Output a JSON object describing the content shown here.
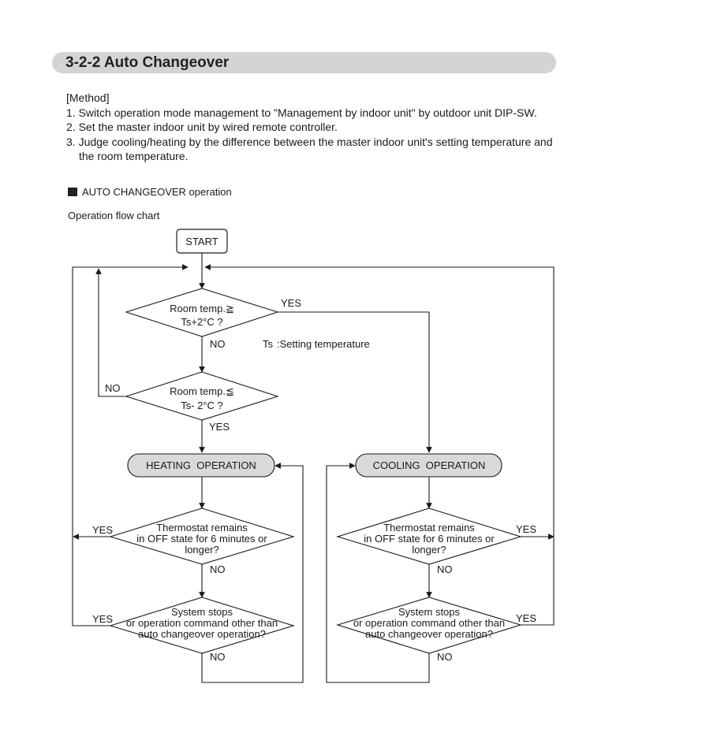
{
  "section_title": "3-2-2 Auto Changeover",
  "method": {
    "heading": "[Method]",
    "steps": [
      "1. Switch operation mode management to \"Management by indoor unit\" by outdoor unit DIP-SW.",
      "2. Set the master indoor unit by wired remote controller.",
      "3. Judge cooling/heating by the difference between the master indoor unit's setting temperature and",
      "the room temperature."
    ]
  },
  "subsection_title": "AUTO CHANGEOVER operation",
  "flowchart_title": "Operation flow chart",
  "flowchart": {
    "start": "START",
    "decision1": [
      "Room temp.≧",
      "Ts+2°C ?"
    ],
    "decision2": [
      "Room temp.≦",
      "Ts- 2°C ?"
    ],
    "ts_note_symbol": "Ts",
    "ts_note_text": ":Setting temperature",
    "heating": "HEATING  OPERATION",
    "cooling": "COOLING  OPERATION",
    "thermostat_lines": [
      "Thermostat remains",
      "in OFF state for 6 minutes or",
      "longer?"
    ],
    "system_stop_lines": [
      "System stops",
      "or operation command other than",
      "auto changeover operation?"
    ],
    "yes": "YES",
    "no": "NO"
  },
  "colors": {
    "title_bar": "#d4d4d4",
    "terminal_fill": "#d9d9d9",
    "line": "#1a1a1a"
  }
}
